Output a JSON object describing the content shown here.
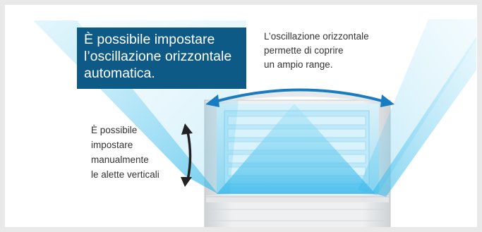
{
  "title_box": {
    "lines": [
      "È possibile impostare",
      "l’oscillazione orizzontale",
      "automatica."
    ]
  },
  "note_horizontal": {
    "lines": [
      "L’oscillazione orizzontale",
      "permette di coprire",
      "un ampio range."
    ]
  },
  "note_vertical": {
    "lines": [
      "È possibile",
      "impostare",
      "manualmente",
      "le alette verticali"
    ]
  },
  "colors": {
    "title_bg": "#0d5a86",
    "swing_arrow": "#1a7cc0",
    "airflow": "#7fd3f0",
    "vertical_arrow": "#222222"
  },
  "icons": {
    "horizontal_swing": "double-arrow-arc-icon",
    "vertical_swing": "double-arrow-vertical-icon"
  }
}
